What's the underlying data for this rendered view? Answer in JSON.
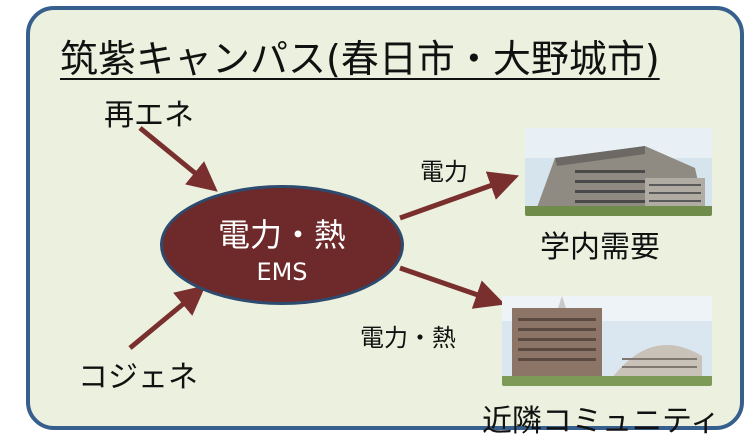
{
  "title": "筑紫キャンパス(春日市・大野城市)",
  "sources": {
    "renewable": "再エネ",
    "cogeneration": "コジェネ"
  },
  "ems": {
    "main": "電力・熱",
    "sub": "EMS"
  },
  "flows": {
    "to_campus": "電力",
    "to_community": "電力・熱"
  },
  "destinations": {
    "campus": "学内需要",
    "community": "近隣コミュニティ"
  },
  "colors": {
    "panel_bg": "#ebf1de",
    "panel_border": "#375f8e",
    "ems_fill": "#6e2a2a",
    "arrow": "#7a2f2f"
  }
}
